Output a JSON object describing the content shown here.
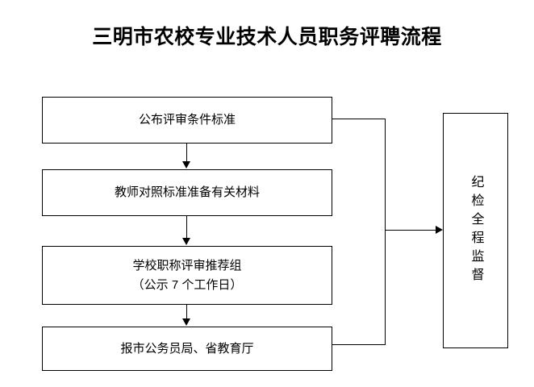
{
  "title": "三明市农校专业技术人员职务评聘流程",
  "colors": {
    "stroke": "#000000",
    "fill": "#ffffff",
    "text": "#000000"
  },
  "flow": {
    "steps": [
      {
        "id": "publish-criteria",
        "line1": "公布评审条件标准",
        "line2": ""
      },
      {
        "id": "prepare-docs",
        "line1": "教师对照标准准备有关材料",
        "line2": ""
      },
      {
        "id": "review-group",
        "line1": "学校职称评审推荐组",
        "line2": "（公示 7 个工作日）"
      },
      {
        "id": "submit-bureau",
        "line1": "报市公务员局、省教育厅",
        "line2": ""
      }
    ],
    "supervision": {
      "id": "supervision",
      "label": "纪检全程监督",
      "orientation": "vertical"
    }
  }
}
